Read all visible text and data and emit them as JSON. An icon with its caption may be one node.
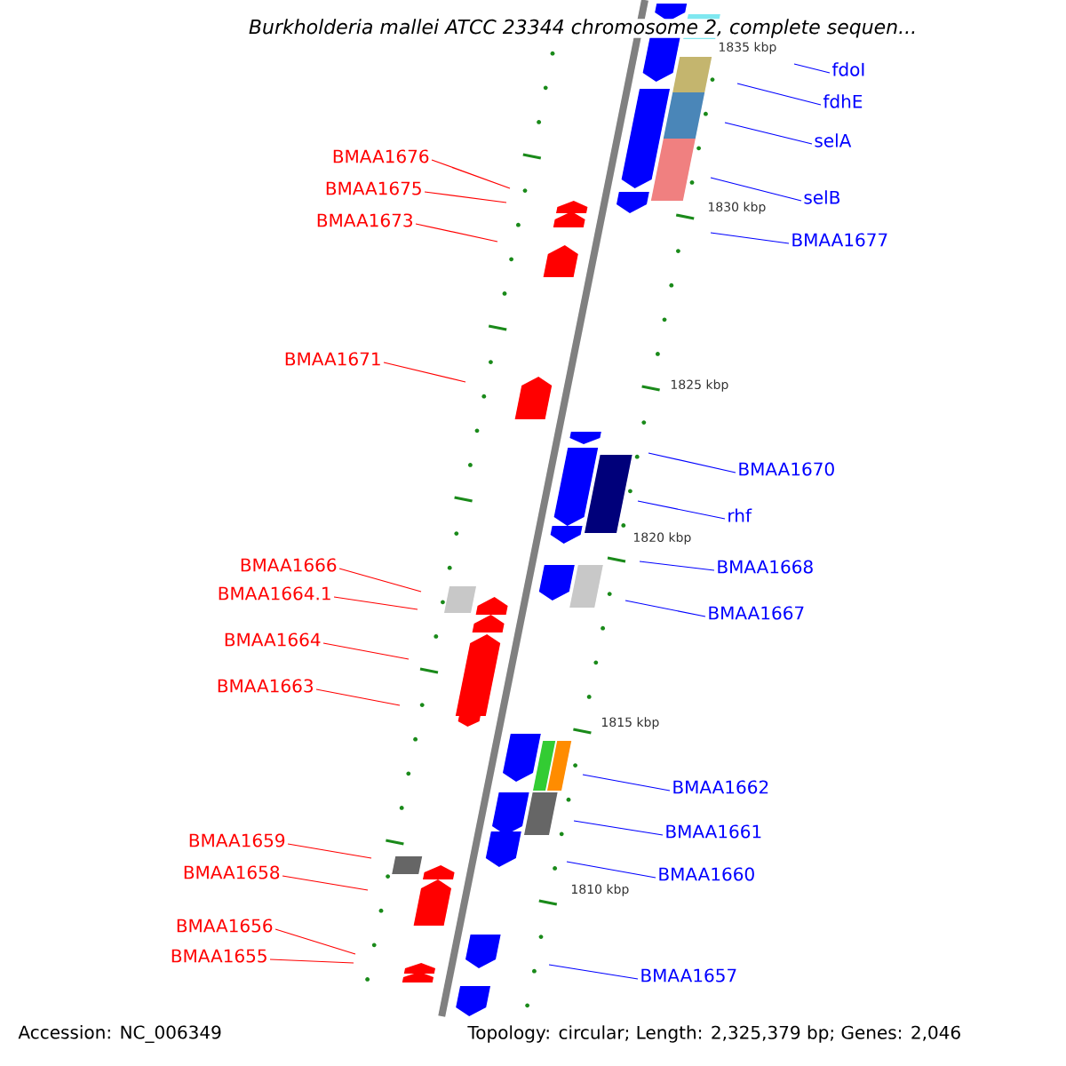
{
  "diagram": {
    "title": "Burkholderia mallei ATCC 23344 chromosome 2, complete sequen...",
    "nodes": [
      {
        "text": [
          "BMAA1676"
        ]
      },
      {
        "text": [
          "BMAA1675"
        ]
      },
      {
        "text": [
          "BMAA1673"
        ]
      },
      {
        "text": [
          "BMAA1671"
        ]
      },
      {
        "text": [
          "BMAA1666"
        ]
      },
      {
        "text": [
          "BMAA1664.1"
        ]
      },
      {
        "text": [
          "BMAA1664"
        ]
      },
      {
        "text": [
          "BMAA1663"
        ]
      },
      {
        "text": [
          "BMAA1659"
        ]
      },
      {
        "text": [
          "BMAA1658"
        ]
      },
      {
        "text": [
          "BMAA1656"
        ]
      },
      {
        "text": [
          "BMAA1655"
        ]
      },
      {
        "text": [
          "fdoI"
        ]
      },
      {
        "text": [
          "fdhE"
        ]
      },
      {
        "text": [
          "selA"
        ]
      },
      {
        "text": [
          "selB"
        ]
      },
      {
        "text": [
          "BMAA1677"
        ]
      },
      {
        "text": [
          "BMAA1670"
        ]
      },
      {
        "text": [
          "rhf"
        ]
      },
      {
        "text": [
          "BMAA1668"
        ]
      },
      {
        "text": [
          "BMAA1667"
        ]
      },
      {
        "text": [
          "BMAA1662"
        ]
      },
      {
        "text": [
          "BMAA1661"
        ]
      },
      {
        "text": [
          "BMAA1660"
        ]
      },
      {
        "text": [
          "BMAA1657"
        ]
      }
    ],
    "edges": [
      {
        "from": 0,
        "to": null,
        "arrow": "none",
        "color": "#ff0000"
      },
      {
        "from": 1,
        "to": null,
        "arrow": "none",
        "color": "#ff0000"
      },
      {
        "from": 2,
        "to": null,
        "arrow": "none",
        "color": "#ff0000"
      },
      {
        "from": 3,
        "to": null,
        "arrow": "none",
        "color": "#ff0000"
      },
      {
        "from": 4,
        "to": null,
        "arrow": "none",
        "color": "#ff0000"
      },
      {
        "from": 5,
        "to": null,
        "arrow": "none",
        "color": "#ff0000"
      },
      {
        "from": 6,
        "to": null,
        "arrow": "none",
        "color": "#ff0000"
      },
      {
        "from": 7,
        "to": null,
        "arrow": "none",
        "color": "#ff0000"
      },
      {
        "from": 8,
        "to": null,
        "arrow": "none",
        "color": "#ff0000"
      },
      {
        "from": 9,
        "to": null,
        "arrow": "none",
        "color": "#ff0000"
      },
      {
        "from": 10,
        "to": null,
        "arrow": "none",
        "color": "#ff0000"
      },
      {
        "from": 11,
        "to": null,
        "arrow": "none",
        "color": "#ff0000"
      },
      {
        "from": 12,
        "to": null,
        "arrow": "none"
      },
      {
        "from": 13,
        "to": null,
        "arrow": "none"
      },
      {
        "from": 14,
        "to": null,
        "arrow": "none"
      },
      {
        "from": 15,
        "to": null,
        "arrow": "none"
      },
      {
        "from": 16,
        "to": null,
        "arrow": "none"
      },
      {
        "from": 17,
        "to": null,
        "arrow": "none"
      },
      {
        "from": 18,
        "to": null,
        "arrow": "none"
      },
      {
        "from": 19,
        "to": null,
        "arrow": "none"
      },
      {
        "from": 20,
        "to": null,
        "arrow": "none"
      },
      {
        "from": 21,
        "to": null,
        "arrow": "none"
      },
      {
        "from": 22,
        "to": null,
        "arrow": "none"
      },
      {
        "from": 23,
        "to": null,
        "arrow": "none"
      },
      {
        "from": 24,
        "to": null,
        "arrow": "none"
      }
    ],
    "labels": [
      "1835 kbp",
      "1830 kbp",
      "1825 kbp",
      "1820 kbp",
      "1815 kbp",
      "1810 kbp",
      "Accession: NC_006349",
      "Topology: circular; Length: 2,325,379 bp; Genes: 2,046"
    ]
  }
}
